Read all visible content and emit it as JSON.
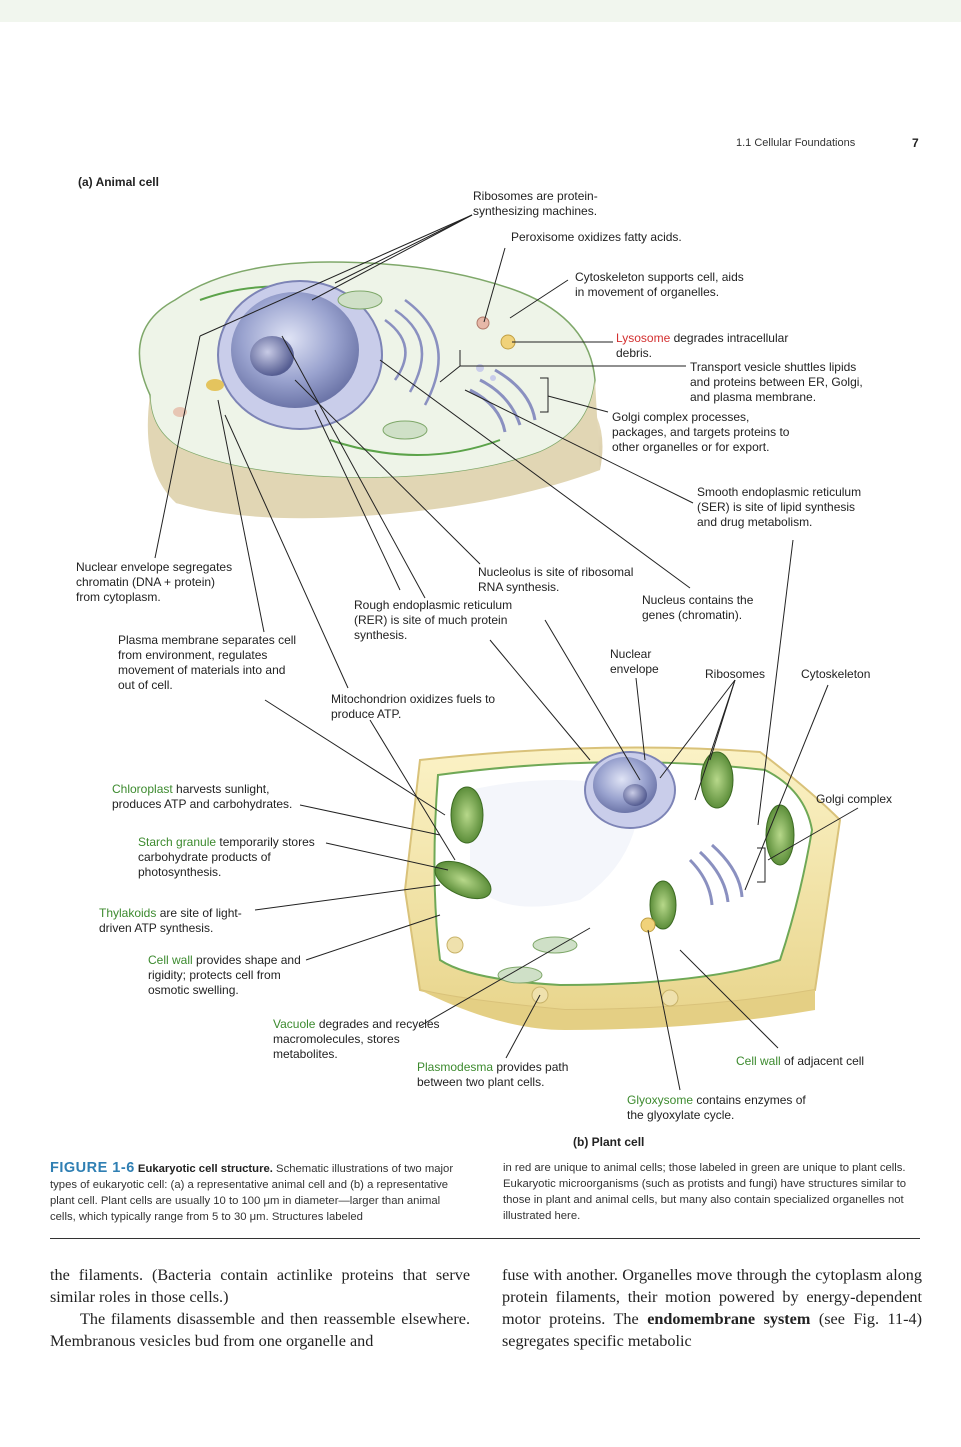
{
  "header": {
    "running_head": "1.1 Cellular Foundations",
    "page_number": "7"
  },
  "panels": {
    "a": {
      "letter": "(a)",
      "title": "Animal cell"
    },
    "b": {
      "letter": "(b)",
      "title": "Plant cell"
    }
  },
  "animal_labels": {
    "ribosomes": "Ribosomes are protein-\nsynthesizing machines.",
    "peroxisome": "Peroxisome oxidizes fatty acids.",
    "cytoskeleton": "Cytoskeleton supports cell, aids\nin movement of organelles.",
    "lysosome_term": "Lysosome",
    "lysosome_rest": " degrades intracellular\ndebris.",
    "transport_vesicle": "Transport vesicle shuttles lipids\nand proteins between ER, Golgi,\nand plasma membrane.",
    "golgi": "Golgi complex processes,\npackages, and targets proteins to\nother organelles or for export.",
    "ser": "Smooth endoplasmic reticulum\n(SER) is site of lipid synthesis\nand drug metabolism.",
    "nuclear_envelope": "Nuclear envelope segregates\nchromatin (DNA + protein)\nfrom cytoplasm.",
    "nucleolus": "Nucleolus is site of ribosomal\nRNA synthesis.",
    "nucleus": "Nucleus contains the\ngenes (chromatin).",
    "rer": "Rough endoplasmic reticulum\n(RER) is site of much protein\nsynthesis.",
    "plasma_membrane": "Plasma membrane separates cell\nfrom environment, regulates\nmovement of materials into and\nout of cell.",
    "mitochondrion": "Mitochondrion oxidizes fuels to\nproduce ATP."
  },
  "plant_labels": {
    "nuclear_envelope": "Nuclear\nenvelope",
    "ribosomes": "Ribosomes",
    "cytoskeleton": "Cytoskeleton",
    "golgi": "Golgi complex",
    "chloroplast_term": "Chloroplast",
    "chloroplast_rest": " harvests sunlight,\nproduces ATP and carbohydrates.",
    "starch_term": "Starch granule",
    "starch_rest": " temporarily stores\ncarbohydrate products of\nphotosynthesis.",
    "thylakoids_term": "Thylakoids",
    "thylakoids_rest": " are site of light-\ndriven ATP synthesis.",
    "cell_wall_term": "Cell wall",
    "cell_wall_rest": " provides shape and\nrigidity; protects cell from\nosmotic swelling.",
    "vacuole_term": "Vacuole",
    "vacuole_rest": " degrades and recycles\nmacromolecules, stores\nmetabolites.",
    "plasmodesma_term": "Plasmodesma",
    "plasmodesma_rest": " provides path\nbetween two plant cells.",
    "adjacent_wall_term": "Cell wall",
    "adjacent_wall_rest": " of adjacent cell",
    "glyoxysome_term": "Glyoxysome",
    "glyoxysome_rest": " contains enzymes of\nthe glyoxylate cycle."
  },
  "caption": {
    "figure_number": "FIGURE 1-6",
    "title": "Eukaryotic cell structure.",
    "left": " Schematic illustrations of two major types of eukaryotic cell: (a) a representative animal cell and (b) a representative plant cell. Plant cells are usually 10 to 100 μm in diameter—larger than animal cells, which typically range from 5 to 30 μm. Structures labeled",
    "right": "in red are unique to animal cells; those labeled in green are unique to plant cells. Eukaryotic microorganisms (such as protists and fungi) have structures similar to those in plant and animal cells, but many also contain specialized organelles not illustrated here."
  },
  "body": {
    "left_p1": "the filaments. (Bacteria contain actinlike proteins that serve similar roles in those cells.)",
    "left_p2": "The filaments disassemble and then reassemble elsewhere. Membranous vesicles bud from one organelle and",
    "right_a": "fuse with another. Organelles move through the cytoplasm along protein filaments, their motion powered by energy-dependent motor proteins. The ",
    "right_term": "endomembrane system",
    "right_b": " (see Fig. 11-4) segregates specific metabolic"
  },
  "colors": {
    "animal_term": "#d32f2f",
    "plant_term": "#3c8a2e",
    "figure_blue": "#2f7fb3"
  }
}
